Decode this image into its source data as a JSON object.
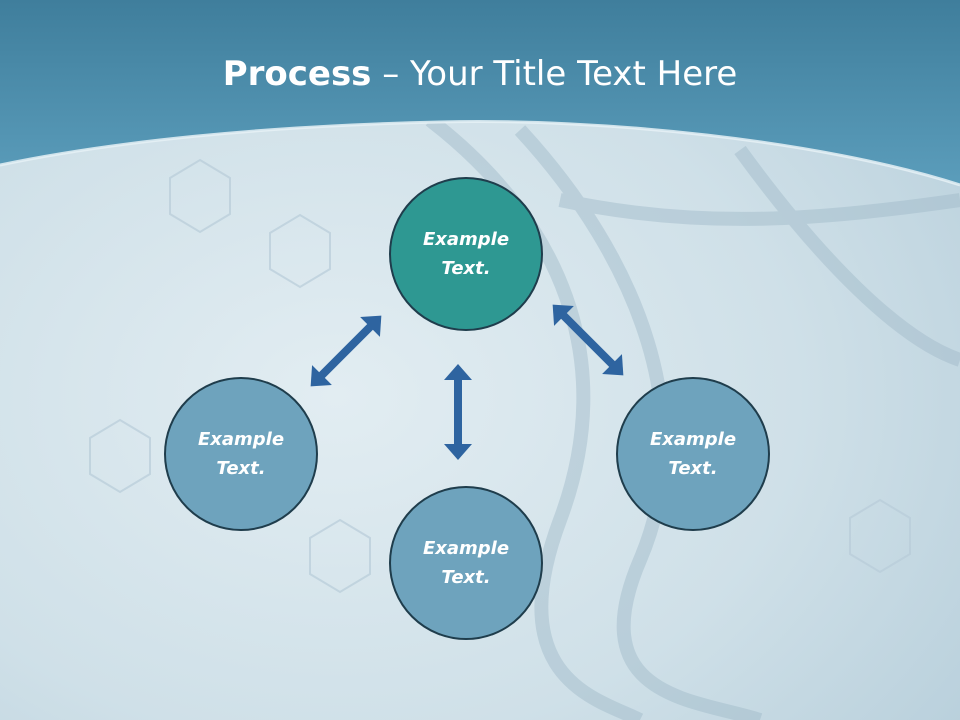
{
  "title": {
    "bold": "Process",
    "rest": " – Your Title Text Here"
  },
  "nodes": [
    {
      "id": "top",
      "line1": "Example",
      "line2": "Text."
    },
    {
      "id": "left",
      "line1": "Example",
      "line2": "Text."
    },
    {
      "id": "bottom",
      "line1": "Example",
      "line2": "Text."
    },
    {
      "id": "right",
      "line1": "Example",
      "line2": "Text."
    }
  ],
  "colors": {
    "header": "#4a8aa8",
    "node": "#6ea3bd",
    "node_active": "#2e9892",
    "arrow": "#2e64a0",
    "border": "#1f3d4c"
  }
}
